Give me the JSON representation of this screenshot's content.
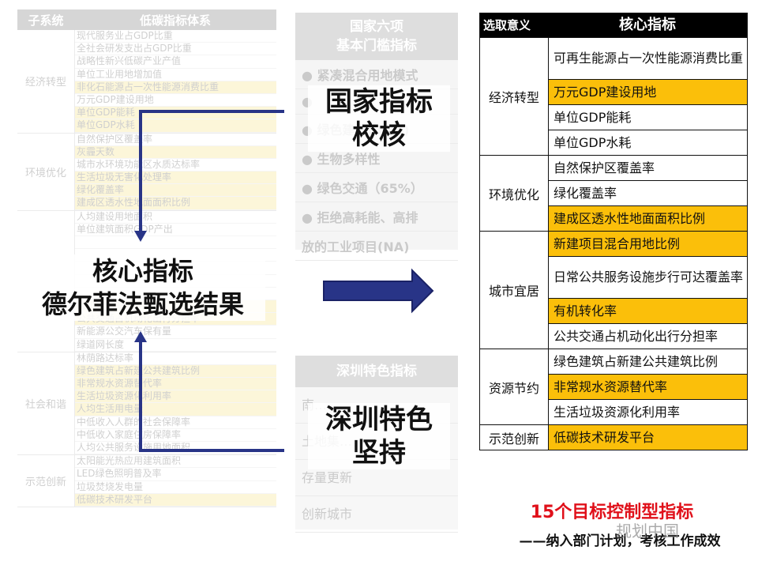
{
  "left_table": {
    "header": [
      "子系统",
      "低碳指标体系"
    ],
    "groups": [
      {
        "name": "经济转型",
        "items": [
          {
            "t": "现代服务业占GDP比重",
            "y": false
          },
          {
            "t": "全社会研发支出占GDP比重",
            "y": false
          },
          {
            "t": "战略性新兴低碳产业产值",
            "y": false
          },
          {
            "t": "单位工业用地增加值",
            "y": false
          },
          {
            "t": "非化石能源占一次性能源消费比重",
            "y": true
          },
          {
            "t": "万元GDP建设用地",
            "y": false
          },
          {
            "t": "单位GDP能耗",
            "y": true
          },
          {
            "t": "单位GDP水耗",
            "y": true
          }
        ]
      },
      {
        "name": "环境优化",
        "items": [
          {
            "t": "自然保护区覆盖率",
            "y": false
          },
          {
            "t": "灰霾天数",
            "y": true
          },
          {
            "t": "城市水环境功能区水质达标率",
            "y": false
          },
          {
            "t": "生活垃圾无害化处理率",
            "y": true
          },
          {
            "t": "绿化覆盖率",
            "y": true
          },
          {
            "t": "建成区透水性地面面积比例",
            "y": true
          }
        ]
      },
      {
        "name": "",
        "items": [
          {
            "t": "人均建设用地面积",
            "y": false
          },
          {
            "t": "单位建筑面积GDP产出",
            "y": false
          },
          {
            "t": "",
            "y": false
          },
          {
            "t": "",
            "y": false
          },
          {
            "t": "",
            "y": false
          },
          {
            "t": "",
            "y": false
          },
          {
            "t": "",
            "y": false
          },
          {
            "t": "有机转化率",
            "y": true
          },
          {
            "t": "公共交通占机动化出行分担率",
            "y": true
          },
          {
            "t": "新能源公交汽车保有量",
            "y": false
          },
          {
            "t": "绿道网长度",
            "y": false
          }
        ]
      },
      {
        "name": "社会和谐",
        "items": [
          {
            "t": "林荫路达标率",
            "y": false
          },
          {
            "t": "绿色建筑占新建公共建筑比例",
            "y": true
          },
          {
            "t": "非常规水资源替代率",
            "y": true
          },
          {
            "t": "生活垃圾资源化利用率",
            "y": true
          },
          {
            "t": "人均生活用电量",
            "y": true
          },
          {
            "t": "中低收入人群的社会保障率",
            "y": false
          },
          {
            "t": "中低收入家庭住房保障率",
            "y": false
          },
          {
            "t": "人均公共服务设施用地面积",
            "y": false
          }
        ]
      },
      {
        "name": "示范创新",
        "items": [
          {
            "t": "太阳能光热应用建筑面积",
            "y": false
          },
          {
            "t": "LED绿色照明普及率",
            "y": false
          },
          {
            "t": "垃圾焚烧发电量",
            "y": false
          },
          {
            "t": "低碳技术研发平台",
            "y": true
          }
        ]
      }
    ]
  },
  "national": {
    "header": "国家六项\n基本门槛指标",
    "rows": [
      "●  紧凑混合用地模式",
      "●  ",
      "●  绿色建筑(30%)",
      "●  生物多样性",
      "●  绿色交通（65%）",
      "●  拒绝高耗能、高排",
      "放的工业项目(NA)"
    ]
  },
  "shenzhen": {
    "header": "深圳特色指标",
    "rows": [
      "南…",
      "土地集…",
      "存量更新",
      "创新城市"
    ]
  },
  "labels": {
    "national_check": [
      "国家指标",
      "校核"
    ],
    "core": [
      "核心指标",
      "德尔菲法甄选结果"
    ],
    "shenzhen_keep": [
      "深圳特色",
      "坚持"
    ]
  },
  "right_table": {
    "header": [
      "选取意义",
      "核心指标"
    ],
    "groups": [
      {
        "name": "经济转型",
        "cells": [
          {
            "t": "可再生能源占一次性能源消费比重",
            "y": false
          },
          {
            "t": "万元GDP建设用地",
            "y": true
          },
          {
            "t": "单位GDP能耗",
            "y": false
          },
          {
            "t": "单位GDP水耗",
            "y": false
          }
        ]
      },
      {
        "name": "环境优化",
        "cells": [
          {
            "t": "自然保护区覆盖率",
            "y": false
          },
          {
            "t": "绿化覆盖率",
            "y": false
          },
          {
            "t": "建成区透水性地面面积比例",
            "y": true
          }
        ]
      },
      {
        "name": "城市宜居",
        "cells": [
          {
            "t": "新建项目混合用地比例",
            "y": true
          },
          {
            "t": "日常公共服务设施步行可达覆盖率",
            "y": false
          },
          {
            "t": "有机转化率",
            "y": true
          },
          {
            "t": "公共交通占机动化出行分担率",
            "y": false
          }
        ]
      },
      {
        "name": "资源节约",
        "cells": [
          {
            "t": "绿色建筑占新建公共建筑比例",
            "y": false
          },
          {
            "t": "非常规水资源替代率",
            "y": true
          },
          {
            "t": "生活垃圾资源化利用率",
            "y": false
          }
        ]
      },
      {
        "name": "示范创新",
        "cells": [
          {
            "t": "低碳技术研发平台",
            "y": true
          }
        ]
      }
    ]
  },
  "footer": {
    "title": "15个目标控制型指标",
    "subtitle": "——纳入部门计划，考核工作成效"
  },
  "watermark": "规划中国",
  "colors": {
    "navy": "#283487",
    "yellow": "#fbbf0a",
    "red": "#e0101a"
  }
}
